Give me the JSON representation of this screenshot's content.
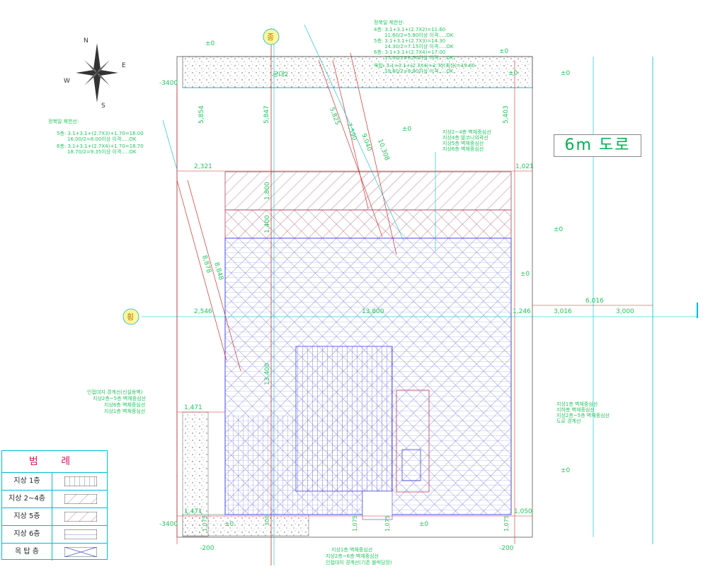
{
  "compass": {
    "n": "N",
    "e": "E",
    "s": "S",
    "w": "W"
  },
  "markers": {
    "vertical": "종",
    "horizontal": "횡"
  },
  "road_label": "6m 도로",
  "boundary_label": "공대2",
  "sunlight_right": {
    "title": "정북일 제한선:",
    "lines": [
      "4층: 3.1+3.1+(2.7X2)=11.60",
      "11.60/2=5.80이상 이격.....OK",
      "5층: 3.1+3.1+(2.7X3)=14.30",
      "14.30/2=7.15이상 이격.....OK",
      "6층: 3.1+3.1+(2.7X4)=17.00",
      "17.00/2=8.50이상 이격.....OK",
      "옥탑: 3.1+3.1+(2.7X4)+2.75(최상)=19.60",
      "19.60/2=9.80이상 이격.....OK"
    ]
  },
  "sunlight_left": {
    "title": "정북일 제한선:",
    "lines": [
      "5층: 3.1+3.1+(2.7X3)+1.70=16.00",
      "16.00/2=8.00이상 이격.....OK",
      "6층: 3.1+3.1+(2.7X4)+1.70=18.70",
      "18.70/2=9.35이상 이격.....OK"
    ]
  },
  "dims": {
    "d5854": "5,854",
    "d5847": "5,847",
    "d5825": "5,825",
    "d7590": "7,590",
    "d9040": "9,040",
    "d10308": "10,308",
    "d5403": "5,403",
    "d2321": "2,321",
    "d1021": "1,021",
    "d1800": "1,800",
    "d1400": "1,400",
    "d8878": "8,878",
    "d8848": "8,848",
    "d2546": "2,546",
    "d13800": "13,800",
    "d1246": "1,246",
    "d3016": "3,016",
    "d3000": "3,000",
    "d6016": "6,016",
    "d13400": "13,400",
    "d1471a": "1,471",
    "d1471b": "1,471",
    "d1050": "1,050",
    "d1075a": "1,075",
    "d1075b": "1,075",
    "d1075c": "1,075",
    "d1075d": "1,075",
    "d300": "300"
  },
  "levels": {
    "m3400a": "-3400",
    "m3400b": "-3400",
    "z1": "±0",
    "z2": "±0",
    "z3": "±0",
    "z4": "±0",
    "z5": "±0",
    "z6": "±0",
    "z7": "±0",
    "z8": "±0",
    "z9": "±0",
    "z10": "±0",
    "m200a": "-200",
    "m200b": "-200"
  },
  "notes_right_top": [
    "지상2~4층 벽체중심선",
    "지상4층 발코니외곽선",
    "지상5층 벽체중심선",
    "지상6층 벽체중심선"
  ],
  "notes_left_mid": [
    "인접대지 경계선(신설용벽)",
    "지상2층~5층 벽체중심선",
    "지상6층 벽체중심선",
    "지상1층 벽체중심선"
  ],
  "notes_right_mid": [
    "지상1층 벽체중심선",
    "지하층 벽체중심선",
    "지상2층~5층 벽체중심선",
    "도로 경계선"
  ],
  "notes_bottom": [
    "지상1층 벽체중심선",
    "지상2층~6층 벽체중심선",
    "인접대지 경계선(기존 블럭담장)"
  ],
  "legend": {
    "title": "범 례",
    "rows": [
      {
        "label": "지상 1층",
        "pattern": "vertical"
      },
      {
        "label": "지상 2~4층",
        "pattern": "diagonal"
      },
      {
        "label": "지상 5층",
        "pattern": "diagonal-dense"
      },
      {
        "label": "지상 6층",
        "pattern": "horizontal"
      },
      {
        "label": "옥 탑 층",
        "pattern": "cross"
      }
    ]
  },
  "colors": {
    "dim_text": "#22c55e",
    "accent_blue": "#4a4ae0",
    "cyan": "#00bcd4",
    "red": "#d32f2f",
    "road_text": "#00b050"
  }
}
